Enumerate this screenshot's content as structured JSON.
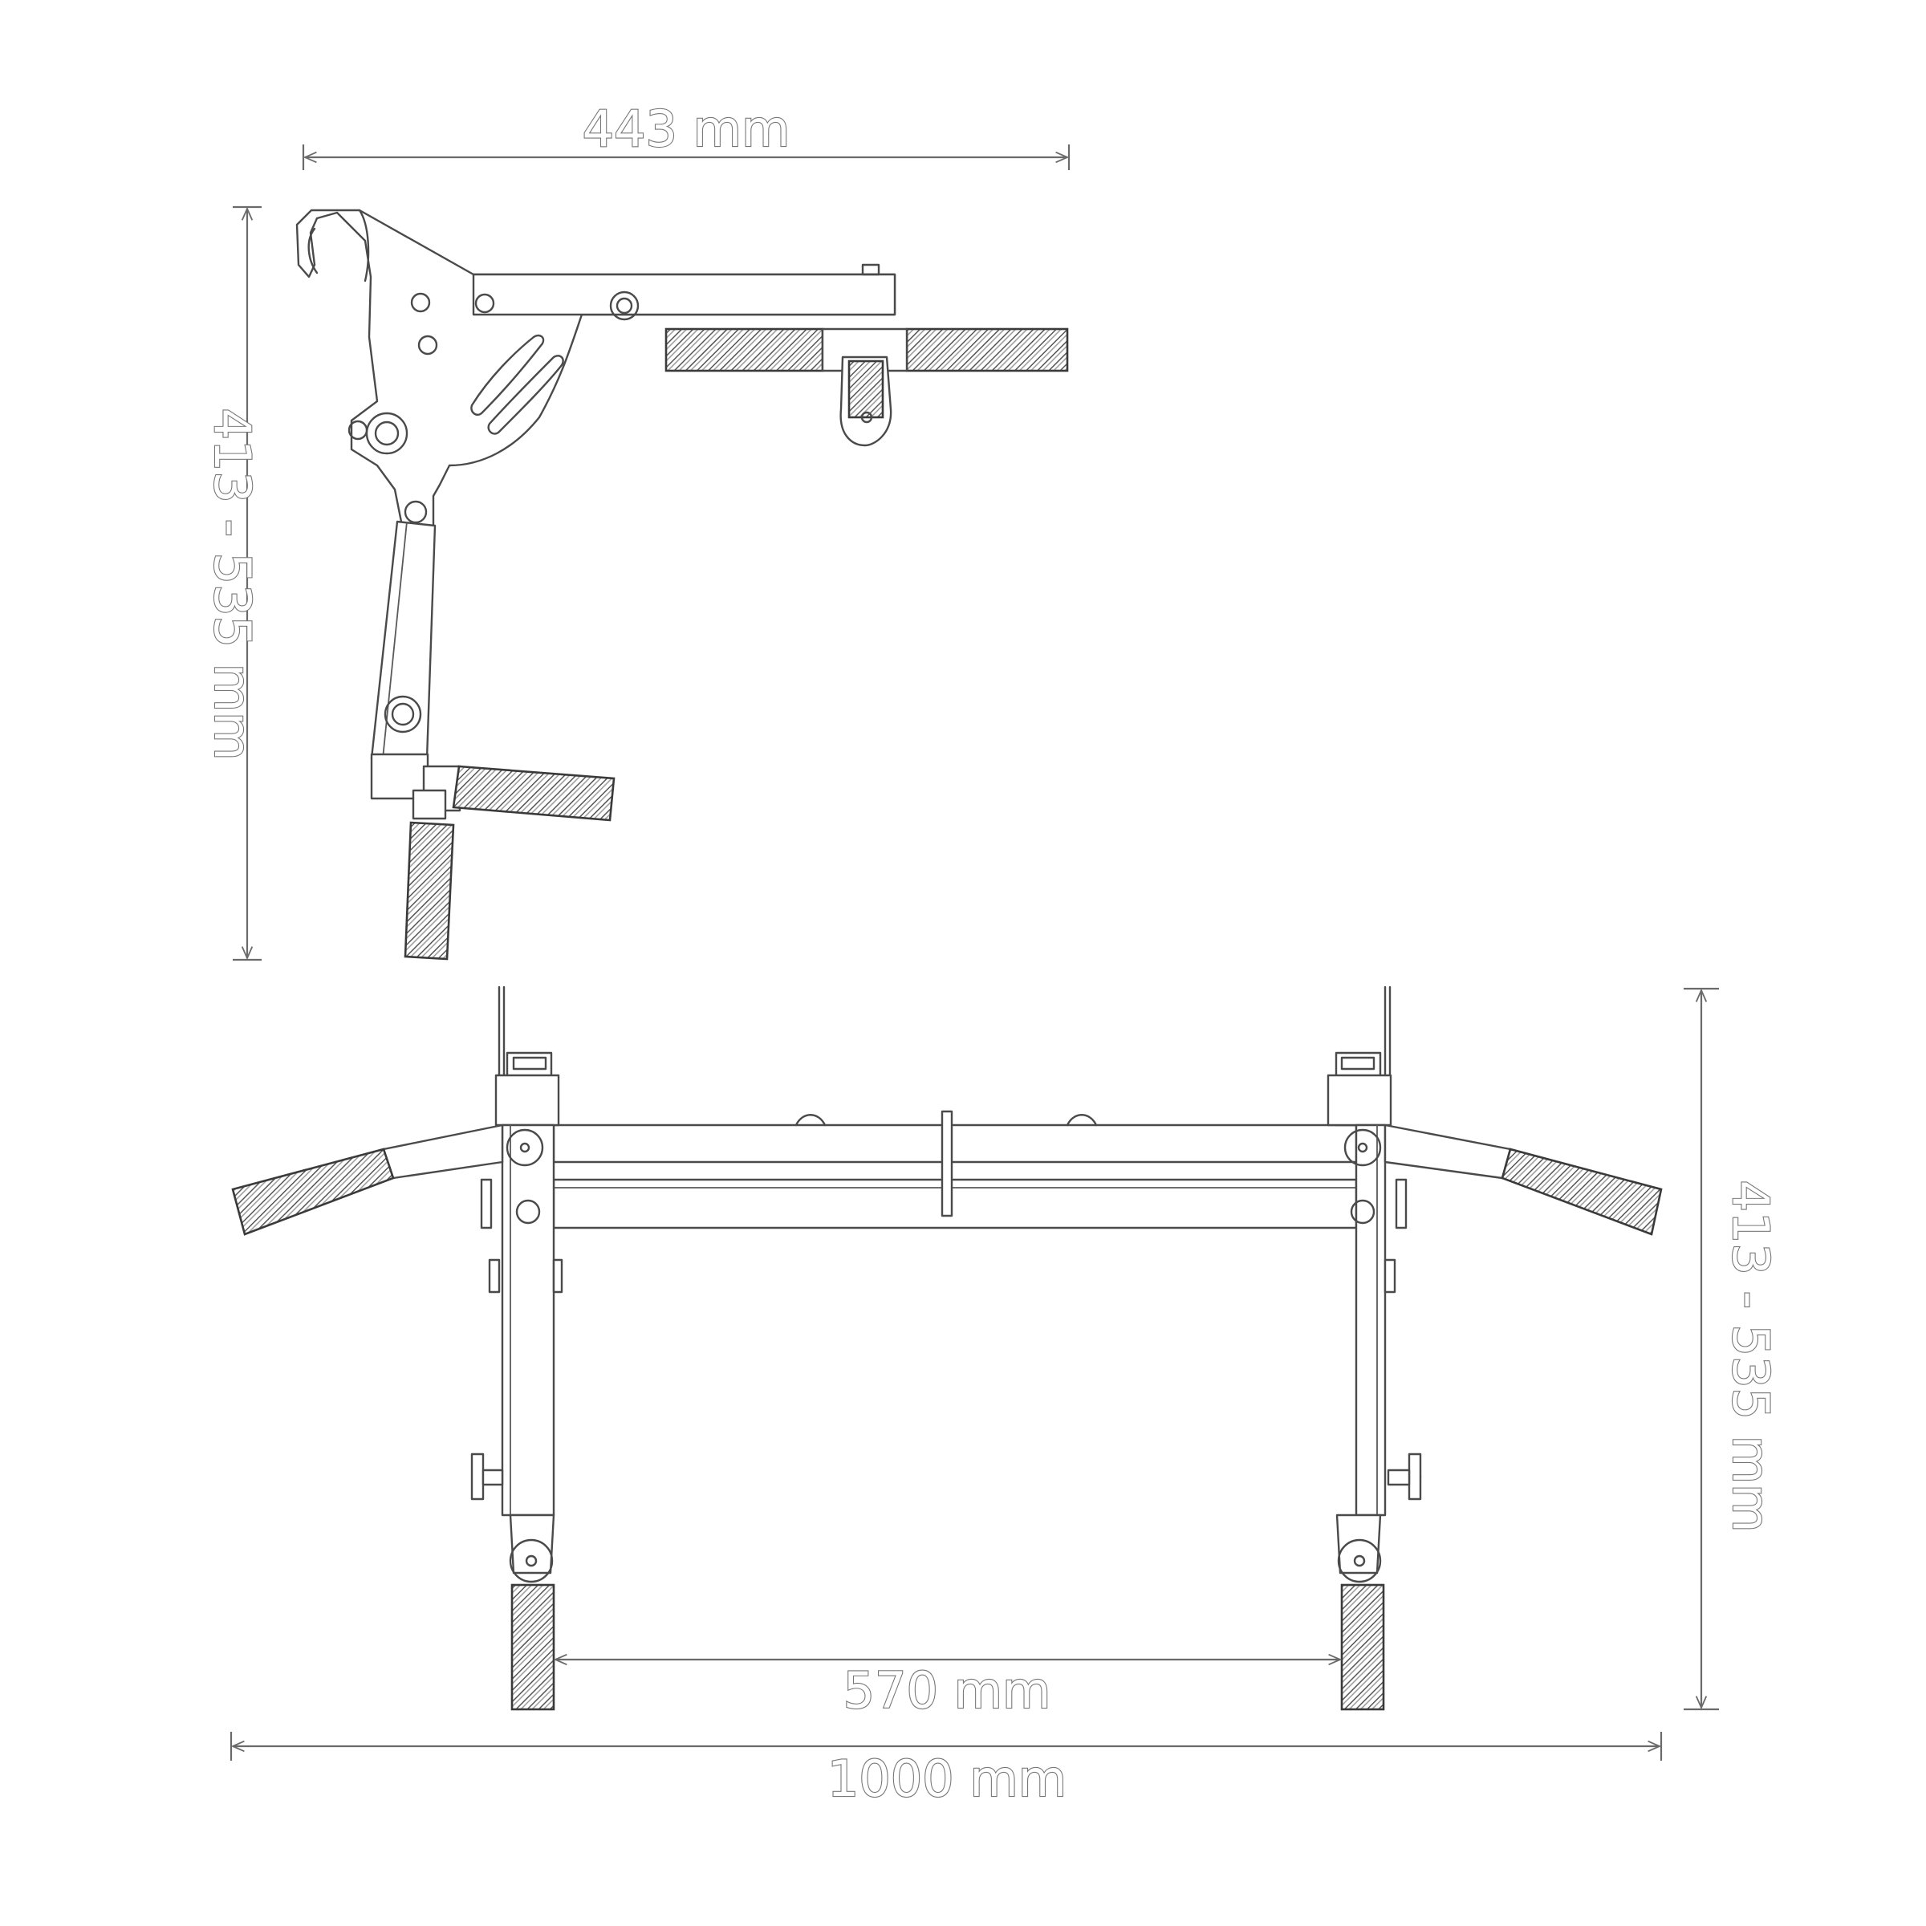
{
  "side_view": {
    "width_label": "443 mm",
    "height_label": "413 - 535 mm"
  },
  "front_view": {
    "height_label": "413 - 535 mm",
    "inner_width_label": "570 mm",
    "overall_width_label": "1000 mm"
  },
  "colors": {
    "line": "#4a4a4a",
    "dimension": "#6a6a6a",
    "background": "#ffffff"
  }
}
